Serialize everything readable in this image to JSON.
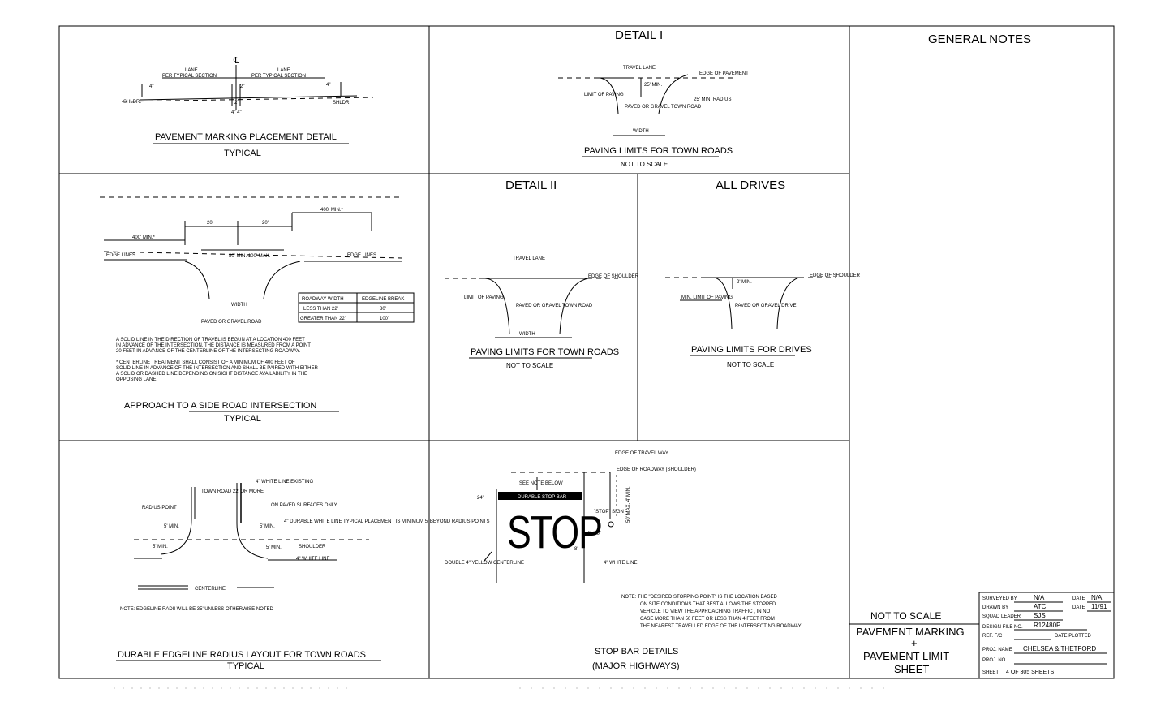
{
  "panels": {
    "pmp": {
      "title": "PAVEMENT MARKING PLACEMENT DETAIL",
      "subtitle": "TYPICAL",
      "labels": {
        "cl": "℄",
        "lane_l": "LANE",
        "lane_l_sub": "PER TYPICAL SECTION",
        "lane_r": "LANE",
        "lane_r_sub": "PER TYPICAL SECTION",
        "four_l": "4\"",
        "four_r": "4\"",
        "shld_l": "SHLDR.",
        "shld_r": "SHLDR.",
        "gap_top": "2\"",
        "gap_bot": "2\"",
        "four_four": "4\" 4\""
      }
    },
    "detail1": {
      "header": "DETAIL I",
      "title": "PAVING LIMITS FOR TOWN ROADS",
      "subtitle": "NOT TO SCALE",
      "labels": {
        "travel_lane": "TRAVEL LANE",
        "edge_of_pavement": "EDGE OF PAVEMENT",
        "limit_of_paving": "LIMIT OF PAVING",
        "min25": "25' MIN.",
        "paved": "PAVED OR GRAVEL TOWN ROAD",
        "radius": "25' MIN. RADIUS",
        "width": "WIDTH"
      }
    },
    "general_notes": {
      "header": "GENERAL NOTES"
    },
    "approach": {
      "title": "APPROACH TO A SIDE ROAD INTERSECTION",
      "subtitle": "TYPICAL",
      "labels": {
        "min400_top": "400' MIN.*",
        "min400_left": "400' MIN.*",
        "twenty_l": "20'",
        "twenty_r": "20'",
        "edge_lines_l": "EDGE LINES",
        "edge_lines_r": "EDGE LINES",
        "min_max": "80' MIN. 100' MAX.",
        "width": "WIDTH",
        "paved": "PAVED OR GRAVEL ROAD"
      },
      "table": {
        "headers": [
          "ROADWAY WIDTH",
          "EDGELINE BREAK"
        ],
        "rows": [
          [
            "LESS THAN 22'",
            "80'"
          ],
          [
            "GREATER THAN 22'",
            "100'"
          ]
        ]
      },
      "notes": [
        "A SOLID LINE IN THE DIRECTION OF TRAVEL IS BEGUN AT A LOCATION 400 FEET",
        "IN ADVANCE OF THE INTERSECTION. THE DISTANCE IS MEASURED FROM A POINT",
        "20 FEET IN ADVANCE OF THE CENTERLINE OF THE INTERSECTING ROADWAY.",
        "* CENTERLINE TREATMENT SHALL CONSIST OF A MINIMUM OF 400 FEET OF",
        "SOLID LINE IN ADVANCE OF THE INTERSECTION AND SHALL BE PAIRED WITH EITHER",
        "A SOLID OR DASHED LINE DEPENDING ON SIGHT DISTANCE AVAILABILITY IN THE",
        "OPPOSING LANE."
      ]
    },
    "detail2": {
      "header": "DETAIL II",
      "title": "PAVING LIMITS FOR TOWN ROADS",
      "subtitle": "NOT TO SCALE",
      "labels": {
        "travel_lane": "TRAVEL LANE",
        "edge_of_shoulder": "EDGE OF SHOULDER",
        "limit_of_paving": "LIMIT OF PAVING",
        "paved": "PAVED OR GRAVEL TOWN ROAD",
        "width": "WIDTH"
      }
    },
    "drives": {
      "header": "ALL DRIVES",
      "title": "PAVING LIMITS FOR DRIVES",
      "subtitle": "NOT TO SCALE",
      "labels": {
        "edge_of_shoulder": "EDGE OF SHOULDER",
        "min": "2' MIN.",
        "min_limit": "MIN. LIMIT OF PAVING",
        "paved": "PAVED OR GRAVEL DRIVE"
      }
    },
    "edgeline": {
      "title": "DURABLE EDGELINE RADIUS LAYOUT FOR TOWN ROADS",
      "subtitle": "TYPICAL",
      "labels": {
        "white_existing": "4\" WHITE LINE EXISTING",
        "town_road": "TOWN ROAD 22' OR MORE",
        "radius_point": "RADIUS POINT",
        "on_paved": "ON PAVED SURFACES ONLY",
        "durable": "4\" DURABLE WHITE LINE TYPICAL PLACEMENT IS MINIMUM 5' BEYOND RADIUS POINTS",
        "five_min_a": "5' MIN.",
        "five_min_b": "5' MIN.",
        "five_min_c": "5' MIN.",
        "five_min_d": "5' MIN.",
        "shoulder": "SHOULDER",
        "white_line": "4\" WHITE LINE",
        "centerline": "CENTERLINE",
        "note": "NOTE: EDGELINE RADII WILL BE 35' UNLESS OTHERWISE NOTED"
      }
    },
    "stopbar": {
      "title": "STOP BAR DETAILS",
      "subtitle": "(MAJOR HIGHWAYS)",
      "labels": {
        "edge_travel": "EDGE OF TRAVEL WAY",
        "edge_roadway": "EDGE OF ROADWAY (SHOULDER)",
        "see_note": "SEE NOTE BELOW",
        "stop_bar": "DURABLE STOP BAR",
        "twenty_four": "24\"",
        "fifty_max": "50' MAX. 4' MIN.",
        "stop_sign": "\"STOP\" SIGN",
        "stop_word": "STOP",
        "six_one": "6'-1 0\"",
        "eight": "8'",
        "double_yellow": "DOUBLE 4\" YELLOW CENTERLINE",
        "white_line": "4\" WHITE LINE"
      },
      "note": [
        "NOTE: THE \"DESIRED STOPPING POINT\" IS THE LOCATION BASED",
        "ON SITE CONDITIONS THAT BEST ALLOWS THE STOPPED",
        "VEHICLE TO VIEW THE APPROACHING TRAFFIC , IN NO",
        "CASE MORE THAN 50 FEET OR LESS THAN 4 FEET FROM",
        "THE NEAREST TRAVELLED EDGE OF THE INTERSECTING ROADWAY."
      ]
    }
  },
  "title_block": {
    "not_to_scale": "NOT TO SCALE",
    "title_1": "PAVEMENT MARKING",
    "plus": "+",
    "title_2": "PAVEMENT LIMIT",
    "title_3": "SHEET",
    "rows": [
      {
        "label": "SURVEYED BY",
        "value": "N/A",
        "label2": "DATE",
        "value2": "N/A"
      },
      {
        "label": "DRAWN BY",
        "value": "ATC",
        "label2": "DATE",
        "value2": "11/91"
      },
      {
        "label": "SQUAD LEADER",
        "value": "SJS",
        "label2": "",
        "value2": ""
      },
      {
        "label": "DESIGN FILE NO.",
        "value": "R12480P",
        "label2": "",
        "value2": ""
      },
      {
        "label": "REF. F/C",
        "value": "",
        "label2": "DATE PLOTTED",
        "value2": ""
      },
      {
        "label": "PROJ. NAME",
        "value": "CHELSEA & THETFORD",
        "label2": "",
        "value2": ""
      },
      {
        "label": "PROJ. NO.",
        "value": "",
        "label2": "",
        "value2": ""
      },
      {
        "label": "SHEET",
        "value": "4 OF 305 SHEETS",
        "label2": "",
        "value2": ""
      }
    ]
  }
}
